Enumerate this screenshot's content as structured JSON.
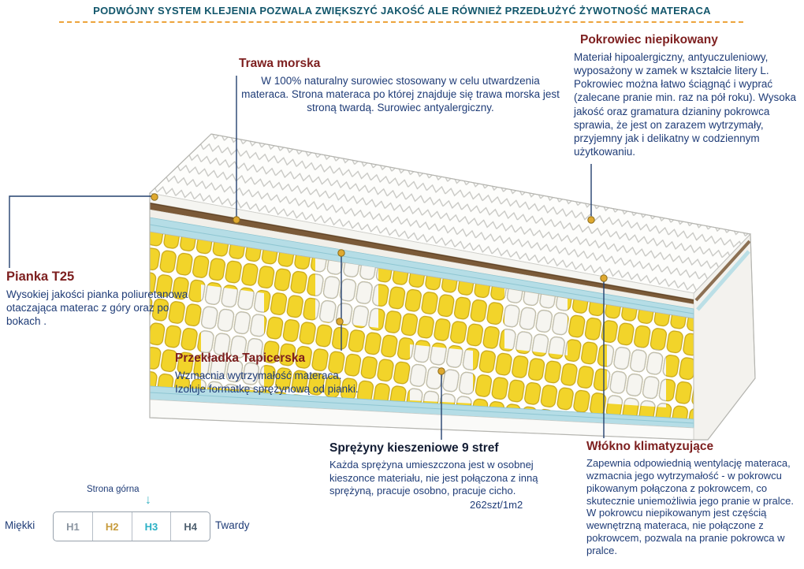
{
  "banner": {
    "text": "PODWÓJNY SYSTEM KLEJENIA POZWALA ZWIĘKSZYĆ JAKOŚĆ ALE RÓWNIEŻ PRZEDŁUŻYĆ ŻYWOTNOŚĆ MATERACA"
  },
  "callouts": {
    "trawa": {
      "title": "Trawa morska",
      "body": "W 100% naturalny surowiec stosowany w celu utwardzenia materaca. Strona materaca po której znajduje się trawa morska jest stroną twardą. Surowiec antyalergiczny."
    },
    "pokrowiec": {
      "title": "Pokrowiec niepikowany",
      "body": "Materiał hipoalergiczny, antyuczuleniowy, wyposażony w zamek w kształcie litery L. Pokrowiec można łatwo ściągnąć i wyprać (zalecane pranie min. raz na pół roku). Wysoka jakość oraz gramatura dzianiny pokrowca sprawia, że jest on zarazem wytrzymały, przyjemny jak i delikatny w codziennym użytkowaniu."
    },
    "pianka": {
      "title": "Pianka T25",
      "body": "Wysokiej jakości pianka poliuretanowa otaczająca materac z góry oraz po bokach ."
    },
    "przekladka": {
      "title": "Przekładka Tapicerska",
      "body": "Wzmacnia wytrzymałość materaca. Izoluje formatkę sprężynową od pianki."
    },
    "sprezyny": {
      "title": "Sprężyny kieszeniowe 9 stref",
      "body": "Każda sprężyna umieszczona jest w osobnej kieszonce materiału, nie jest połączona z inną sprężyną, pracuje osobno, pracuje cicho.",
      "count": "262szt/1m2"
    },
    "wlokno": {
      "title": "Włókno klimatyzujące",
      "body": "Zapewnia odpowiednią wentylację materaca, wzmacnia jego wytrzymałość - w pokrowcu pikowanym połączona z pokrowcem, co skutecznie uniemożliwia jego pranie w pralce. W pokrowcu niepikowanym jest częścią wewnętrzną materaca, nie połączone z pokrowcem, pozwala na pranie pokrowca w pralce."
    }
  },
  "scale": {
    "orientation_label": "Strona górna",
    "soft_label": "Miękki",
    "hard_label": "Twardy",
    "levels": [
      "H1",
      "H2",
      "H3",
      "H4"
    ],
    "active_level": "H3"
  },
  "icons": {
    "down_arrow": "↓"
  },
  "colors": {
    "banner_teal": "#12566b",
    "underline_orange": "#eda43c",
    "title_red": "#7d1f1f",
    "body_navy": "#1f3c77",
    "leader_navy": "#23406e",
    "anchor_gold": "#dfa92f",
    "active_level_teal": "#2ab0c5",
    "spring_yellow": "#f2d42a",
    "seagrass_brown": "#7b5a38",
    "fiber_blue": "#b5dde6"
  }
}
